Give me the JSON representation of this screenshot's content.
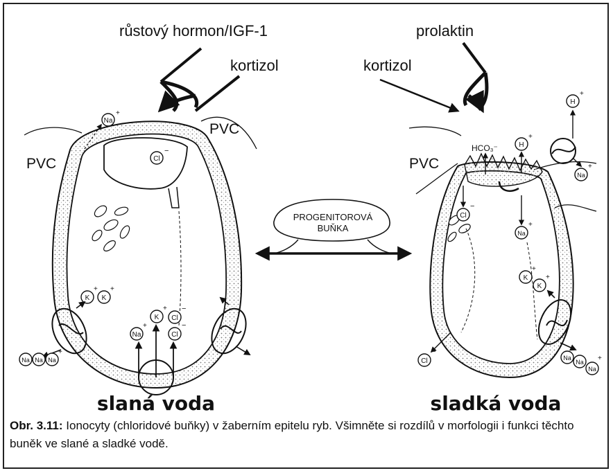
{
  "labels": {
    "growth_hormone": "růstový hormon/IGF-1",
    "cortisol_left": "kortizol",
    "prolactin": "prolaktin",
    "cortisol_right": "kortizol",
    "pvc": "PVC",
    "progenitor_line1": "PROGENITOROVÁ",
    "progenitor_line2": "BUŇKA",
    "hco3": "HCO₃⁻",
    "salt_water": "slaná voda",
    "fresh_water": "sladká voda"
  },
  "ions": {
    "na": "Na",
    "k": "K",
    "cl": "Cl",
    "h": "H",
    "plus": "+",
    "minus": "−"
  },
  "caption": {
    "prefix": "Obr. 3.11:",
    "text": " Ionocyty (chloridové buňky) v žaberním epitelu ryb. Všimněte si rozdílů v morfologii i funkci těchto buněk ve slané a sladké vodě."
  },
  "colors": {
    "ink": "#111111",
    "stipple": "#cfcfcf"
  }
}
